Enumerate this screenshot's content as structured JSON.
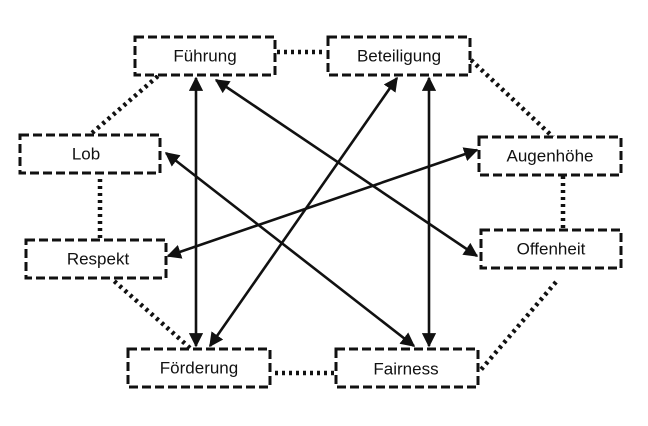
{
  "nodes": {
    "fuehrung": "Führung",
    "beteiligung": "Beteiligung",
    "lob": "Lob",
    "augenhoehe": "Augenhöhe",
    "respekt": "Respekt",
    "offenheit": "Offenheit",
    "foerderung": "Förderung",
    "fairness": "Fairness"
  },
  "dotted_links": [
    [
      "fuehrung",
      "beteiligung"
    ],
    [
      "beteiligung",
      "augenhoehe"
    ],
    [
      "augenhoehe",
      "offenheit"
    ],
    [
      "offenheit",
      "fairness"
    ],
    [
      "fairness",
      "foerderung"
    ],
    [
      "foerderung",
      "respekt"
    ],
    [
      "respekt",
      "lob"
    ],
    [
      "lob",
      "fuehrung"
    ]
  ],
  "arrow_links": [
    [
      "fuehrung",
      "foerderung"
    ],
    [
      "beteiligung",
      "fairness"
    ],
    [
      "fuehrung",
      "offenheit"
    ],
    [
      "lob",
      "fairness"
    ],
    [
      "beteiligung",
      "foerderung"
    ],
    [
      "respekt",
      "augenhoehe"
    ]
  ],
  "colors": {
    "stroke": "#111111",
    "background": "#ffffff"
  }
}
